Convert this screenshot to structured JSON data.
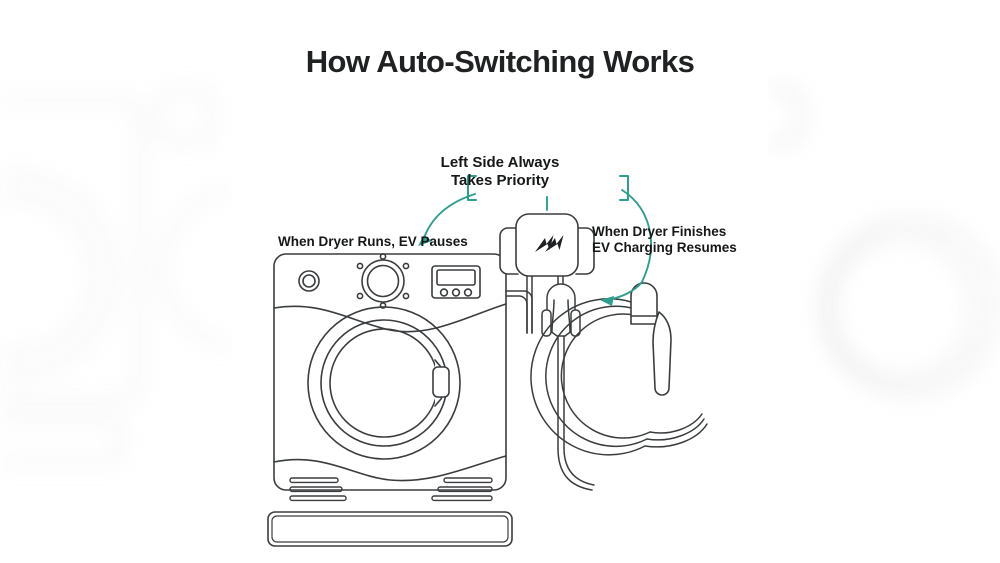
{
  "page": {
    "title": "How Auto-Switching Works",
    "background_color": "#ffffff"
  },
  "colors": {
    "ink": "#3a3d3f",
    "text": "#151718",
    "title": "#1f2122",
    "accent_teal": "#2e9e8f",
    "backdrop_gray": "#d9d9d9"
  },
  "annotations": {
    "priority": {
      "line1": "Left Side Always",
      "line2": "Takes Priority",
      "bracket_left": "[",
      "bracket_right": "]"
    },
    "left": {
      "line1": "When Dryer Runs, EV Pauses"
    },
    "right": {
      "line1": "When Dryer Finishes",
      "line2": "EV Charging Resumes"
    }
  },
  "diagram": {
    "dryer": {
      "name": "clothes-dryer",
      "parts": [
        "control-panel",
        "power-knob",
        "program-dial",
        "display-screen",
        "door",
        "door-handle",
        "vent-slots",
        "pedestal-base"
      ],
      "dial_markers": 6,
      "display_buttons": 3,
      "vent_slots_per_side": 3
    },
    "splitter": {
      "name": "auto-switching-splitter",
      "logo": "double-lightning-bolt-logo",
      "ports": 2
    },
    "ev_charger": {
      "name": "ev-charging-connector",
      "parts": [
        "charging-gun",
        "coiled-cable",
        "wall-hanger"
      ],
      "cable_loops": 3
    },
    "arrows": [
      {
        "name": "arrow-to-dryer",
        "direction": "down-left"
      },
      {
        "name": "arrow-to-ev-charger",
        "direction": "down-right"
      },
      {
        "name": "tick-to-splitter",
        "direction": "down"
      }
    ]
  }
}
